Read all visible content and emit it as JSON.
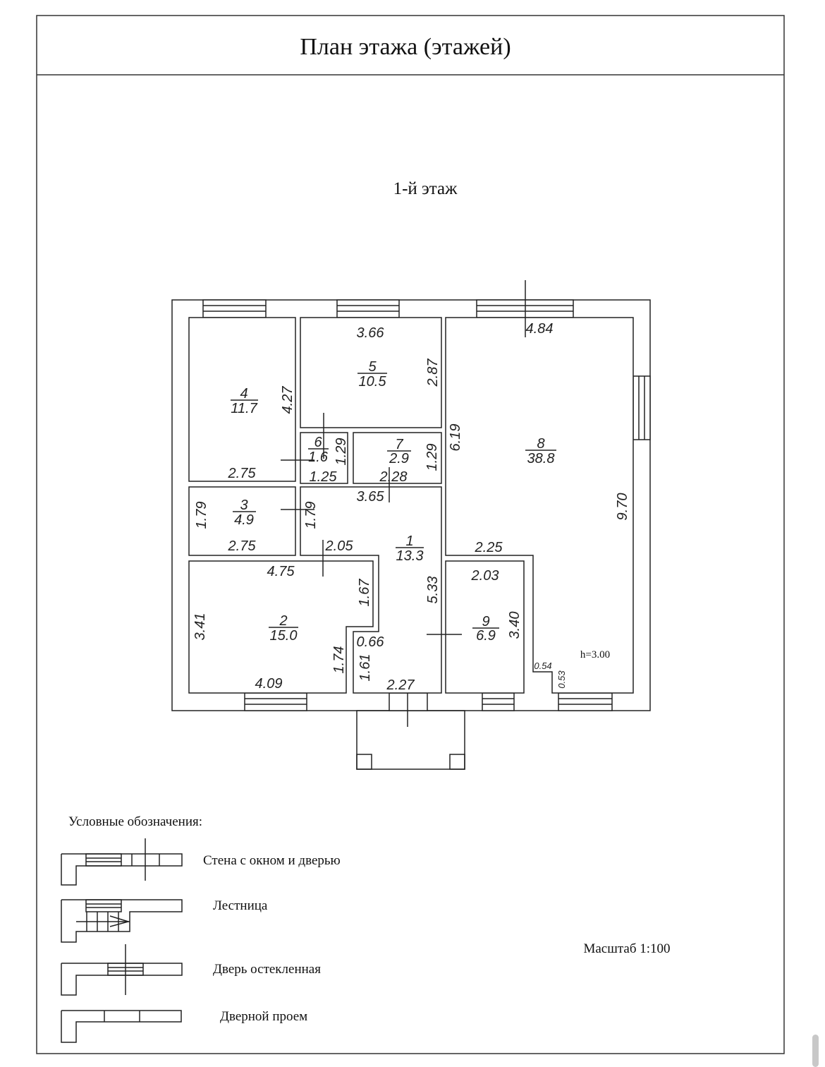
{
  "header": {
    "title": "План этажа (этажей)"
  },
  "floor_label": "1-й этаж",
  "rooms": [
    {
      "number": "1",
      "area": "13.3"
    },
    {
      "number": "2",
      "area": "15.0"
    },
    {
      "number": "3",
      "area": "4.9"
    },
    {
      "number": "4",
      "area": "11.7"
    },
    {
      "number": "5",
      "area": "10.5"
    },
    {
      "number": "6",
      "area": "1.6"
    },
    {
      "number": "7",
      "area": "2.9"
    },
    {
      "number": "8",
      "area": "38.8"
    },
    {
      "number": "9",
      "area": "6.9"
    }
  ],
  "dims": [
    "3.66",
    "2.87",
    "4.27",
    "2.75",
    "1.29",
    "1.25",
    "2.28",
    "1.29",
    "6.19",
    "4.84",
    "3.65",
    "1.79",
    "1.79",
    "2.75",
    "2.05",
    "4.75",
    "1.67",
    "5.33",
    "2.25",
    "2.03",
    "3.41",
    "3.40",
    "0.66",
    "1.74",
    "1.61",
    "2.27",
    "4.09",
    "9.70",
    "0.54",
    "0.53"
  ],
  "height_label": "h=3.00",
  "legend": {
    "title": "Условные обозначения:",
    "items": [
      "Стена с окном и дверью",
      "Лестница",
      "Дверь остекленная",
      "Дверной проем"
    ]
  },
  "scale": "Масштаб 1:100"
}
